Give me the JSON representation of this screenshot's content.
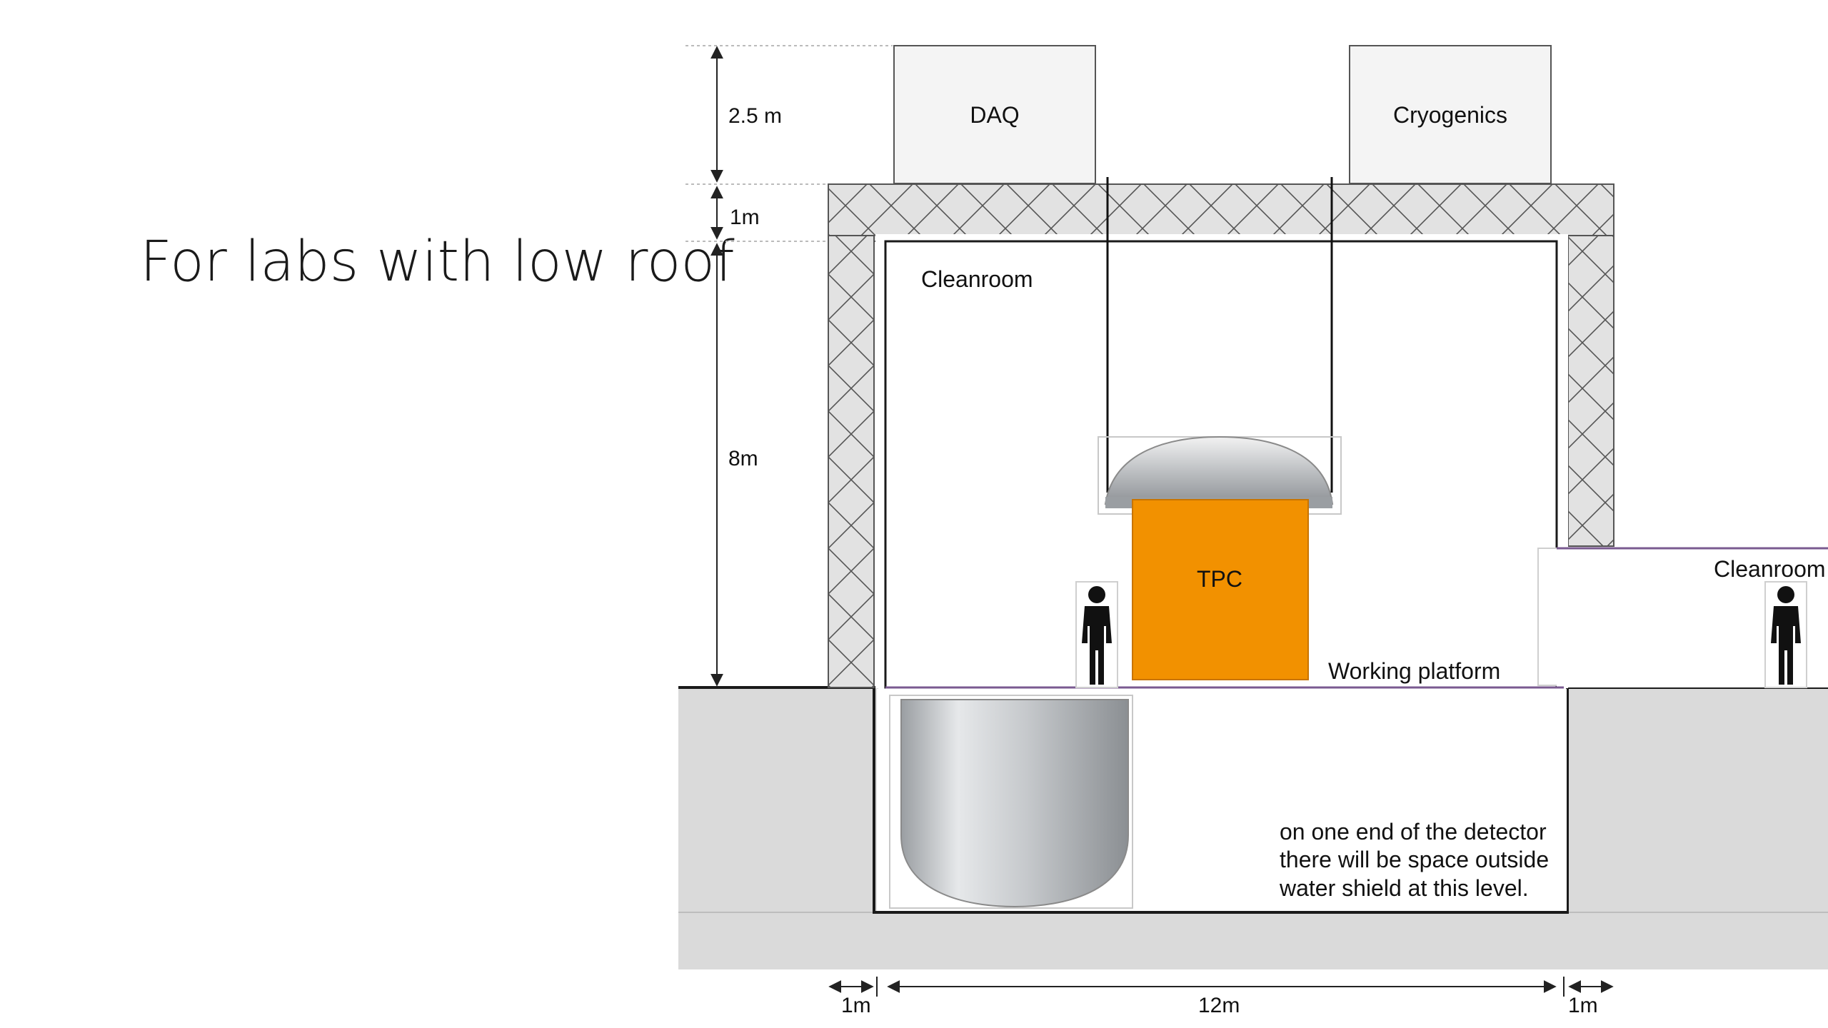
{
  "slide": {
    "title": "For labs with low roof"
  },
  "dimensions": {
    "top_box_height": "2.5 m",
    "roof_thickness": "1m",
    "room_height": "8m",
    "left_wall": "1m",
    "inner_width": "12m",
    "right_wall": "1m"
  },
  "labels": {
    "daq": "DAQ",
    "cryogenics": "Cryogenics",
    "cleanroom_main": "Cleanroom",
    "cleanroom_side": "Cleanroom",
    "tpc": "TPC",
    "working_platform": "Working platform",
    "note_line1": "on one end of the detector",
    "note_line2": "there will be space outside",
    "note_line3": "water shield at this level."
  },
  "colors": {
    "tpc": "#f29100",
    "shield_fill": "#e2e2e2",
    "ground_fill": "#dadada",
    "box_fill": "#f4f4f4",
    "platform_line": "#7a5a90",
    "outline": "#1a1a1a"
  },
  "icons": {
    "person": "person-icon"
  }
}
